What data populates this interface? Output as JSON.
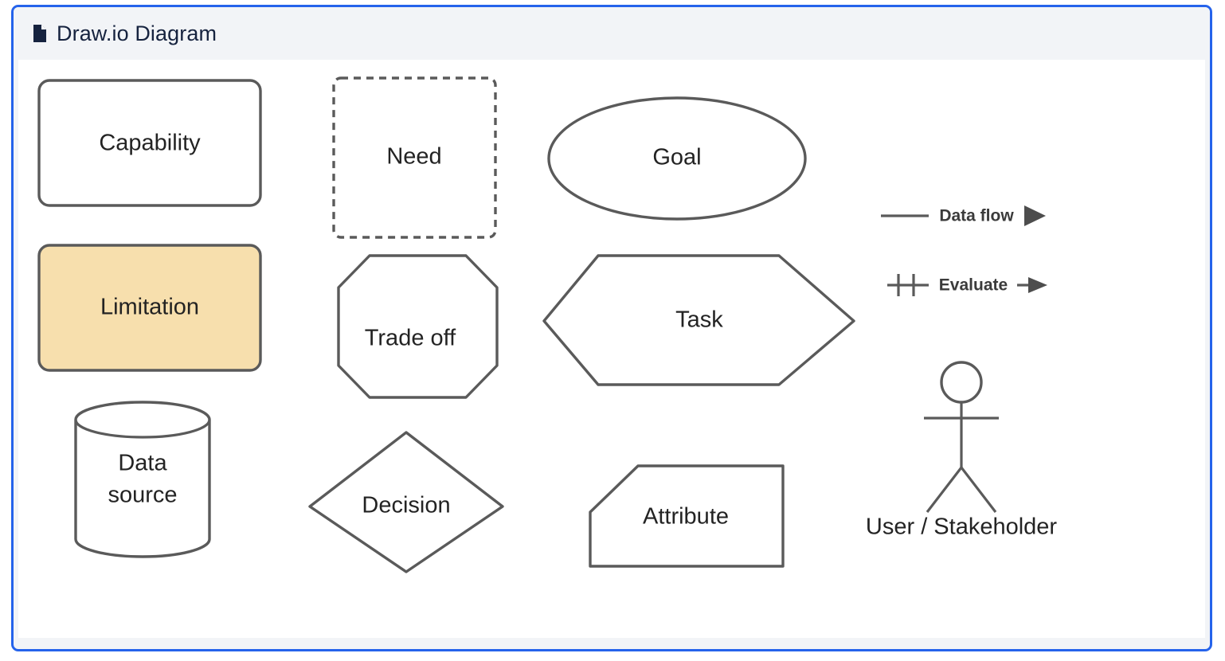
{
  "window": {
    "title": "Draw.io Diagram",
    "icon": "document-icon",
    "border_color": "#2563eb",
    "header_bg": "#f2f4f7",
    "canvas_bg": "#ffffff"
  },
  "diagram": {
    "type": "shape-legend",
    "stroke_color": "#5a5a5a",
    "text_color": "#232323",
    "shapes": [
      {
        "id": "capability",
        "label": "Capability",
        "shape": "rounded-rectangle",
        "fill": "#ffffff",
        "border": "solid"
      },
      {
        "id": "limitation",
        "label": "Limitation",
        "shape": "rounded-rectangle",
        "fill": "#f7dfad",
        "border": "solid"
      },
      {
        "id": "data-source",
        "label": "Data source",
        "shape": "cylinder",
        "fill": "#ffffff",
        "border": "solid",
        "lines": [
          "Data",
          "source"
        ]
      },
      {
        "id": "need",
        "label": "Need",
        "shape": "rounded-rectangle",
        "fill": "#ffffff",
        "border": "dashed"
      },
      {
        "id": "trade-off",
        "label": "Trade off",
        "shape": "octagon",
        "fill": "#ffffff",
        "border": "solid"
      },
      {
        "id": "decision",
        "label": "Decision",
        "shape": "diamond",
        "fill": "#ffffff",
        "border": "solid"
      },
      {
        "id": "goal",
        "label": "Goal",
        "shape": "ellipse",
        "fill": "#ffffff",
        "border": "solid"
      },
      {
        "id": "task",
        "label": "Task",
        "shape": "hexagon",
        "fill": "#ffffff",
        "border": "solid"
      },
      {
        "id": "attribute",
        "label": "Attribute",
        "shape": "cut-corner-rectangle",
        "fill": "#ffffff",
        "border": "solid"
      }
    ],
    "connectors": [
      {
        "id": "data-flow",
        "label": "Data flow",
        "style": "solid-line",
        "arrowhead": "filled-triangle"
      },
      {
        "id": "evaluate",
        "label": "Evaluate",
        "style": "line-with-two-tick-marks",
        "arrowhead": "open-triangle"
      }
    ],
    "actors": [
      {
        "id": "user-stakeholder",
        "label": "User / Stakeholder",
        "shape": "stick-figure",
        "clipped": true
      }
    ]
  }
}
